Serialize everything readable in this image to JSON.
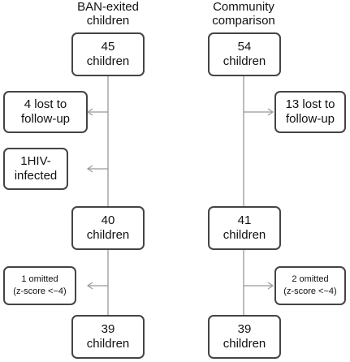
{
  "headers": {
    "left": [
      "BAN-exited",
      "children"
    ],
    "right": [
      "Community",
      "comparison"
    ]
  },
  "left_column": {
    "start": [
      "45",
      "children"
    ],
    "lost": [
      "4 lost to",
      "follow-up"
    ],
    "hiv": [
      "1HIV-",
      "infected"
    ],
    "mid": [
      "40",
      "children"
    ],
    "omitted": [
      "1 omitted",
      "(z-score <−4)"
    ],
    "end": [
      "39",
      "children"
    ]
  },
  "right_column": {
    "start": [
      "54",
      "children"
    ],
    "lost": [
      "13 lost to",
      "follow-up"
    ],
    "mid": [
      "41",
      "children"
    ],
    "omitted": [
      "2 omitted",
      "(z-score <−4)"
    ],
    "end": [
      "39",
      "children"
    ]
  },
  "colors": {
    "line": "#999999",
    "border": "#444444"
  }
}
